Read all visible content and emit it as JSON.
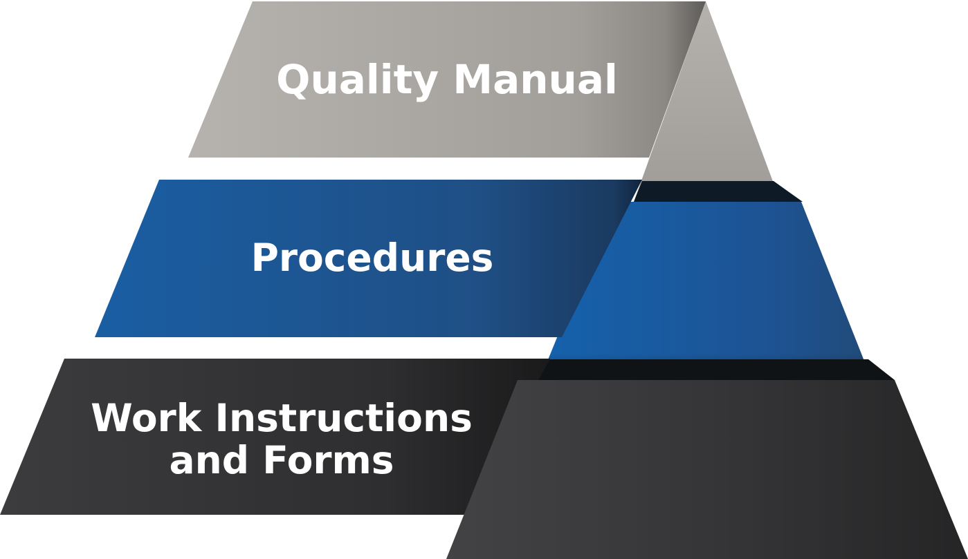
{
  "diagram": {
    "tiers": [
      {
        "id": "quality-manual",
        "lines": [
          "Quality Manual"
        ]
      },
      {
        "id": "procedures",
        "lines": [
          "Procedures"
        ]
      },
      {
        "id": "work-instructions",
        "lines": [
          "Work Instructions",
          "and Forms"
        ]
      }
    ],
    "colors": {
      "background": "#ffffff",
      "top_tier": "#a8a5a1",
      "middle_tier": "#1f5590",
      "bottom_tier": "#333335",
      "text": "#ffffff"
    }
  }
}
